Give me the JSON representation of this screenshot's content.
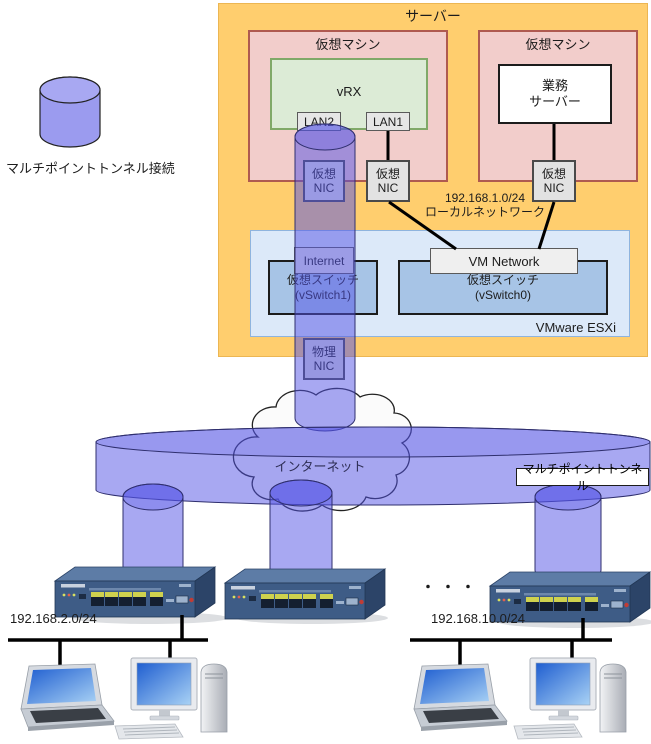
{
  "colors": {
    "server_bg": "#FFCE6E",
    "vm_bg": "#F2CDCB",
    "vm_border": "#AF5A50",
    "vrx_bg": "#DCEBD6",
    "vrx_border": "#80A968",
    "esxi_bg": "#DCE9F9",
    "vswitch_bg": "#A7C4E6",
    "tunnel_fill": "#5252E6",
    "line": "#000000"
  },
  "legend": {
    "tunnel_label": "マルチポイントトンネル接続"
  },
  "server_box": {
    "title": "サーバー",
    "vm_left": {
      "title": "仮想マシン",
      "vrx_label": "vRX",
      "lan2": "LAN2",
      "lan1": "LAN1",
      "vnic_lan2": "仮想\nNIC",
      "vnic_lan1": "仮想\nNIC"
    },
    "vm_right": {
      "title": "仮想マシン",
      "server_label": "業務\nサーバー",
      "vnic": "仮想\nNIC"
    },
    "local_network": {
      "cidr": "192.168.1.0/24",
      "label": "ローカルネットワーク"
    },
    "esxi": {
      "label": "VMware ESXi",
      "port_group_internet": "Internet",
      "port_group_vm_network": "VM Network",
      "vswitch1": "仮想スイッチ\n(vSwitch1)",
      "vswitch0": "仮想スイッチ\n(vSwitch0)"
    },
    "physical_nic": "物理\nNIC"
  },
  "internet": {
    "cloud_label": "インターネット",
    "tunnel_label": "マルチポイントトンネル"
  },
  "branches": {
    "ellipsis": "・・・",
    "left_subnet": "192.168.2.0/24",
    "right_subnet": "192.168.10.0/24"
  }
}
